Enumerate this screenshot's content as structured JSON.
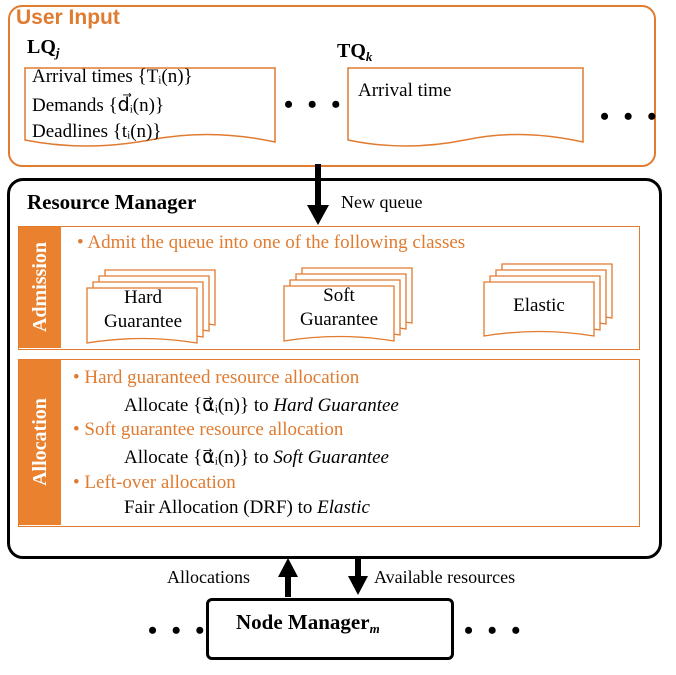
{
  "user_input": {
    "title": "User Input",
    "lq_label": "LQ",
    "lq_sub": "j",
    "lq_lines": [
      "Arrival times {T",
      "Demands {d",
      "Deadlines {t"
    ],
    "lq_line_1": "Arrival times {Tᵢ(n)}",
    "lq_line_2": "Demands {d⃗ᵢ(n)}",
    "lq_line_3": "Deadlines {tᵢ(n)}",
    "tq_label": "TQ",
    "tq_sub": "k",
    "tq_line": "Arrival time",
    "ellipsis": "• • •"
  },
  "arrow_label_new_queue": "New queue",
  "resource_manager": {
    "title": "Resource Manager",
    "admission": {
      "label": "Admission",
      "bullet": "•   Admit the queue into one of the following classes",
      "classes": [
        {
          "line1": "Hard",
          "line2": "Guarantee"
        },
        {
          "line1": "Soft",
          "line2": "Guarantee"
        },
        {
          "line1": "Elastic",
          "line2": ""
        }
      ]
    },
    "allocation": {
      "label": "Allocation",
      "items": [
        {
          "bullet": "•   Hard guaranteed resource allocation",
          "detail_prefix": "Allocate {α⃗ᵢ(n)} to ",
          "detail_target": "Hard Guarantee"
        },
        {
          "bullet": "•   Soft guarantee resource allocation",
          "detail_prefix": "Allocate {α⃗ᵢ(n)} to ",
          "detail_target": "Soft Guarantee"
        },
        {
          "bullet": "•   Left-over allocation",
          "detail_prefix": "Fair Allocation (DRF) to ",
          "detail_target": "Elastic"
        }
      ]
    }
  },
  "arrow_label_allocations": "Allocations",
  "arrow_label_available": "Available resources",
  "node_manager": {
    "label": "Node Manager",
    "sub": "m"
  },
  "colors": {
    "accent_orange": "#E07B30",
    "sidebar_orange": "#E9812F",
    "line_black": "#000000"
  }
}
